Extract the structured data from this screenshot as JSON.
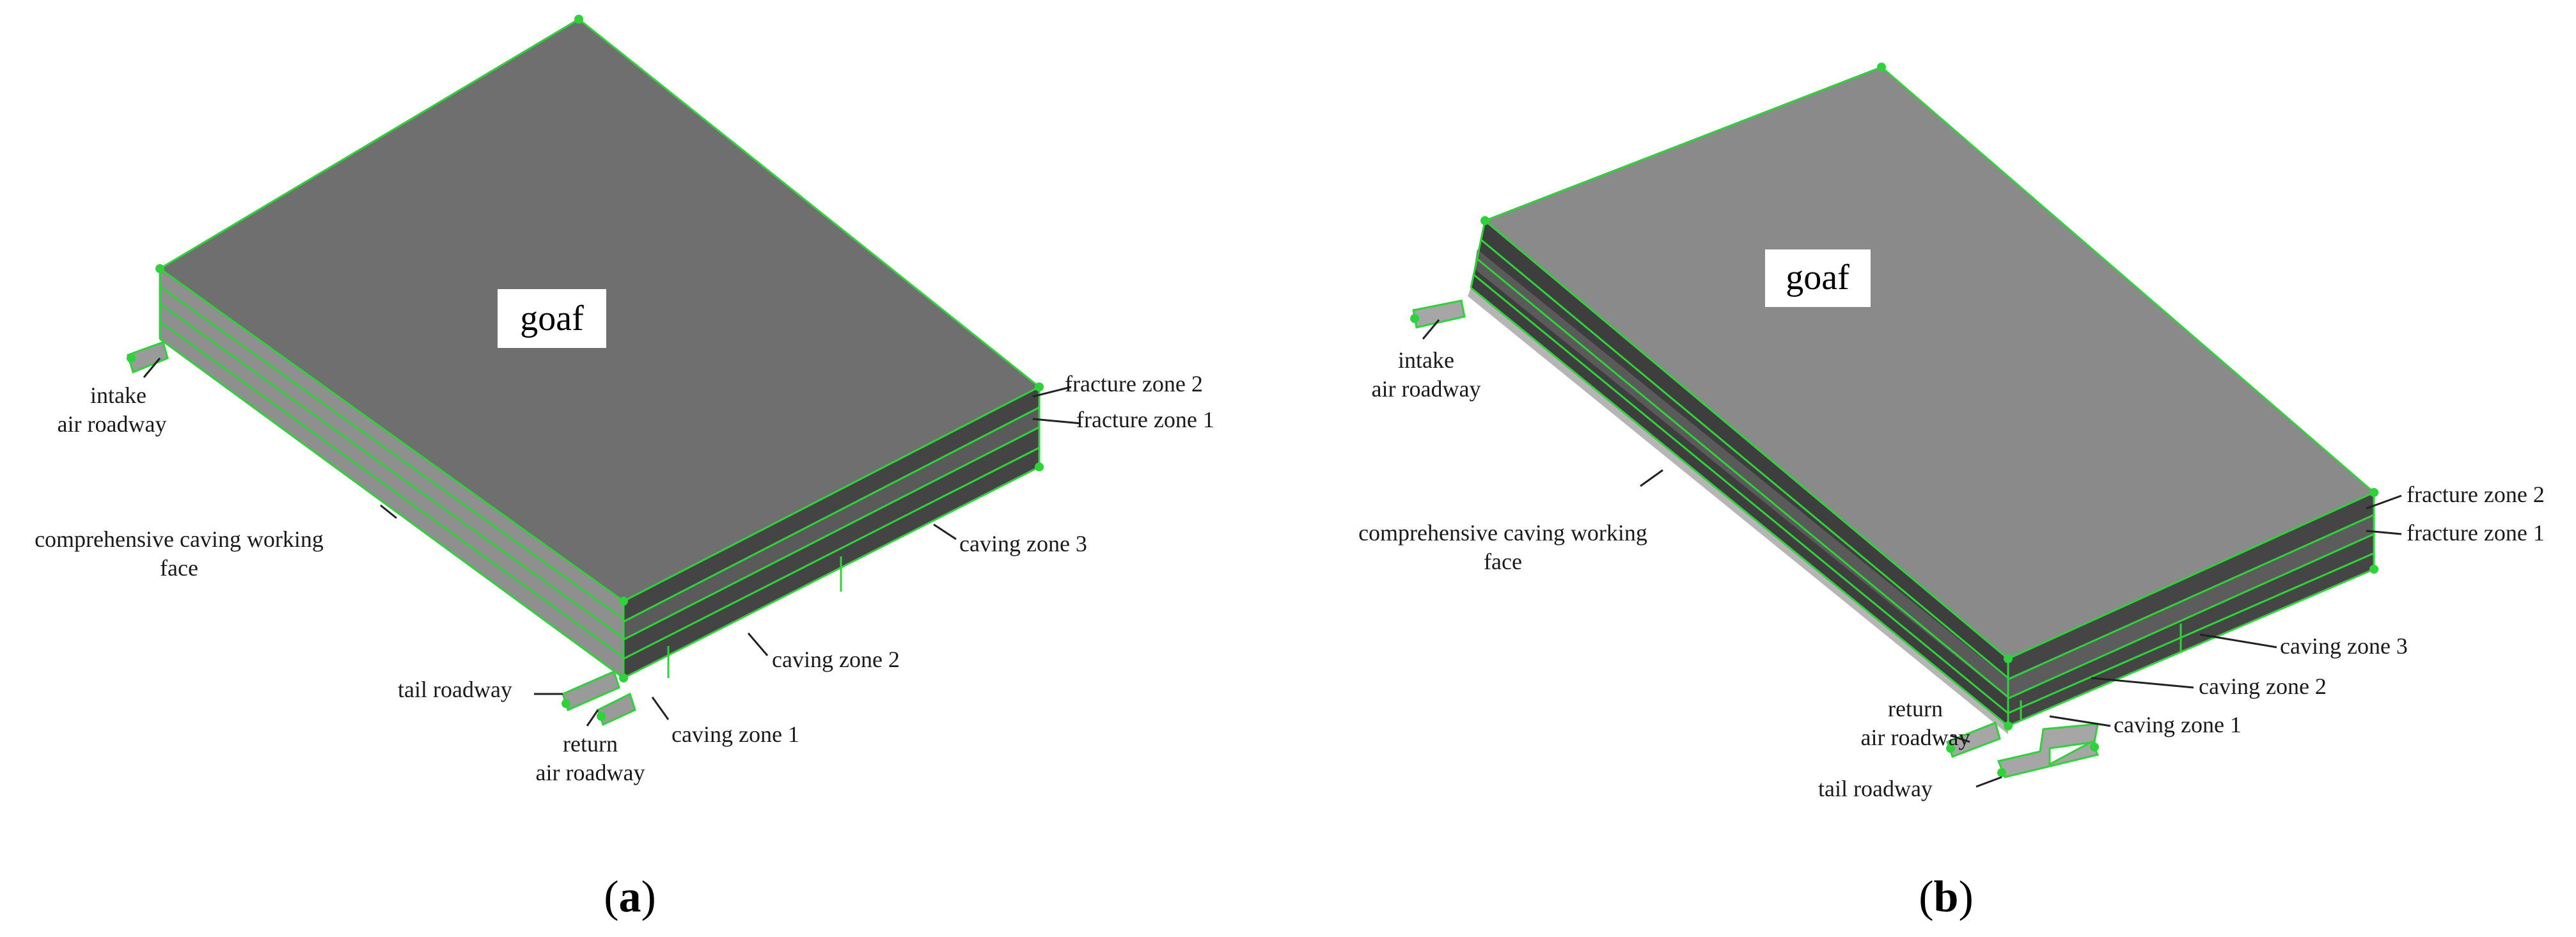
{
  "figure_a": {
    "caption_letter": "a",
    "labels": {
      "goaf": "goaf",
      "intake_line1": "intake",
      "intake_line2": "air roadway",
      "working_face_line1": "comprehensive caving working",
      "working_face_line2": "face",
      "tail_roadway": "tail roadway",
      "return_line1": "return",
      "return_line2": "air roadway",
      "fracture_zone_2": "fracture zone 2",
      "fracture_zone_1": "fracture zone 1",
      "caving_zone_3": "caving zone 3",
      "caving_zone_2": "caving zone 2",
      "caving_zone_1": "caving zone 1"
    }
  },
  "figure_b": {
    "caption_letter": "b",
    "labels": {
      "goaf": "goaf",
      "intake_line1": "intake",
      "intake_line2": "air roadway",
      "working_face_line1": "comprehensive caving working",
      "working_face_line2": "face",
      "return_line1": "return",
      "return_line2": "air roadway",
      "tail_roadway": "tail roadway",
      "fracture_zone_2": "fracture zone 2",
      "fracture_zone_1": "fracture zone 1",
      "caving_zone_3": "caving zone 3",
      "caving_zone_2": "caving zone 2",
      "caving_zone_1": "caving zone 1"
    }
  },
  "colors": {
    "edge_green": "#2fd23a",
    "top_face_a": "#6f6f6f",
    "top_face_b": "#8a8a8a",
    "side_face_dark": "#3c3c3c",
    "side_face_mid": "#555555",
    "side_face_light": "#a6a6a6"
  }
}
